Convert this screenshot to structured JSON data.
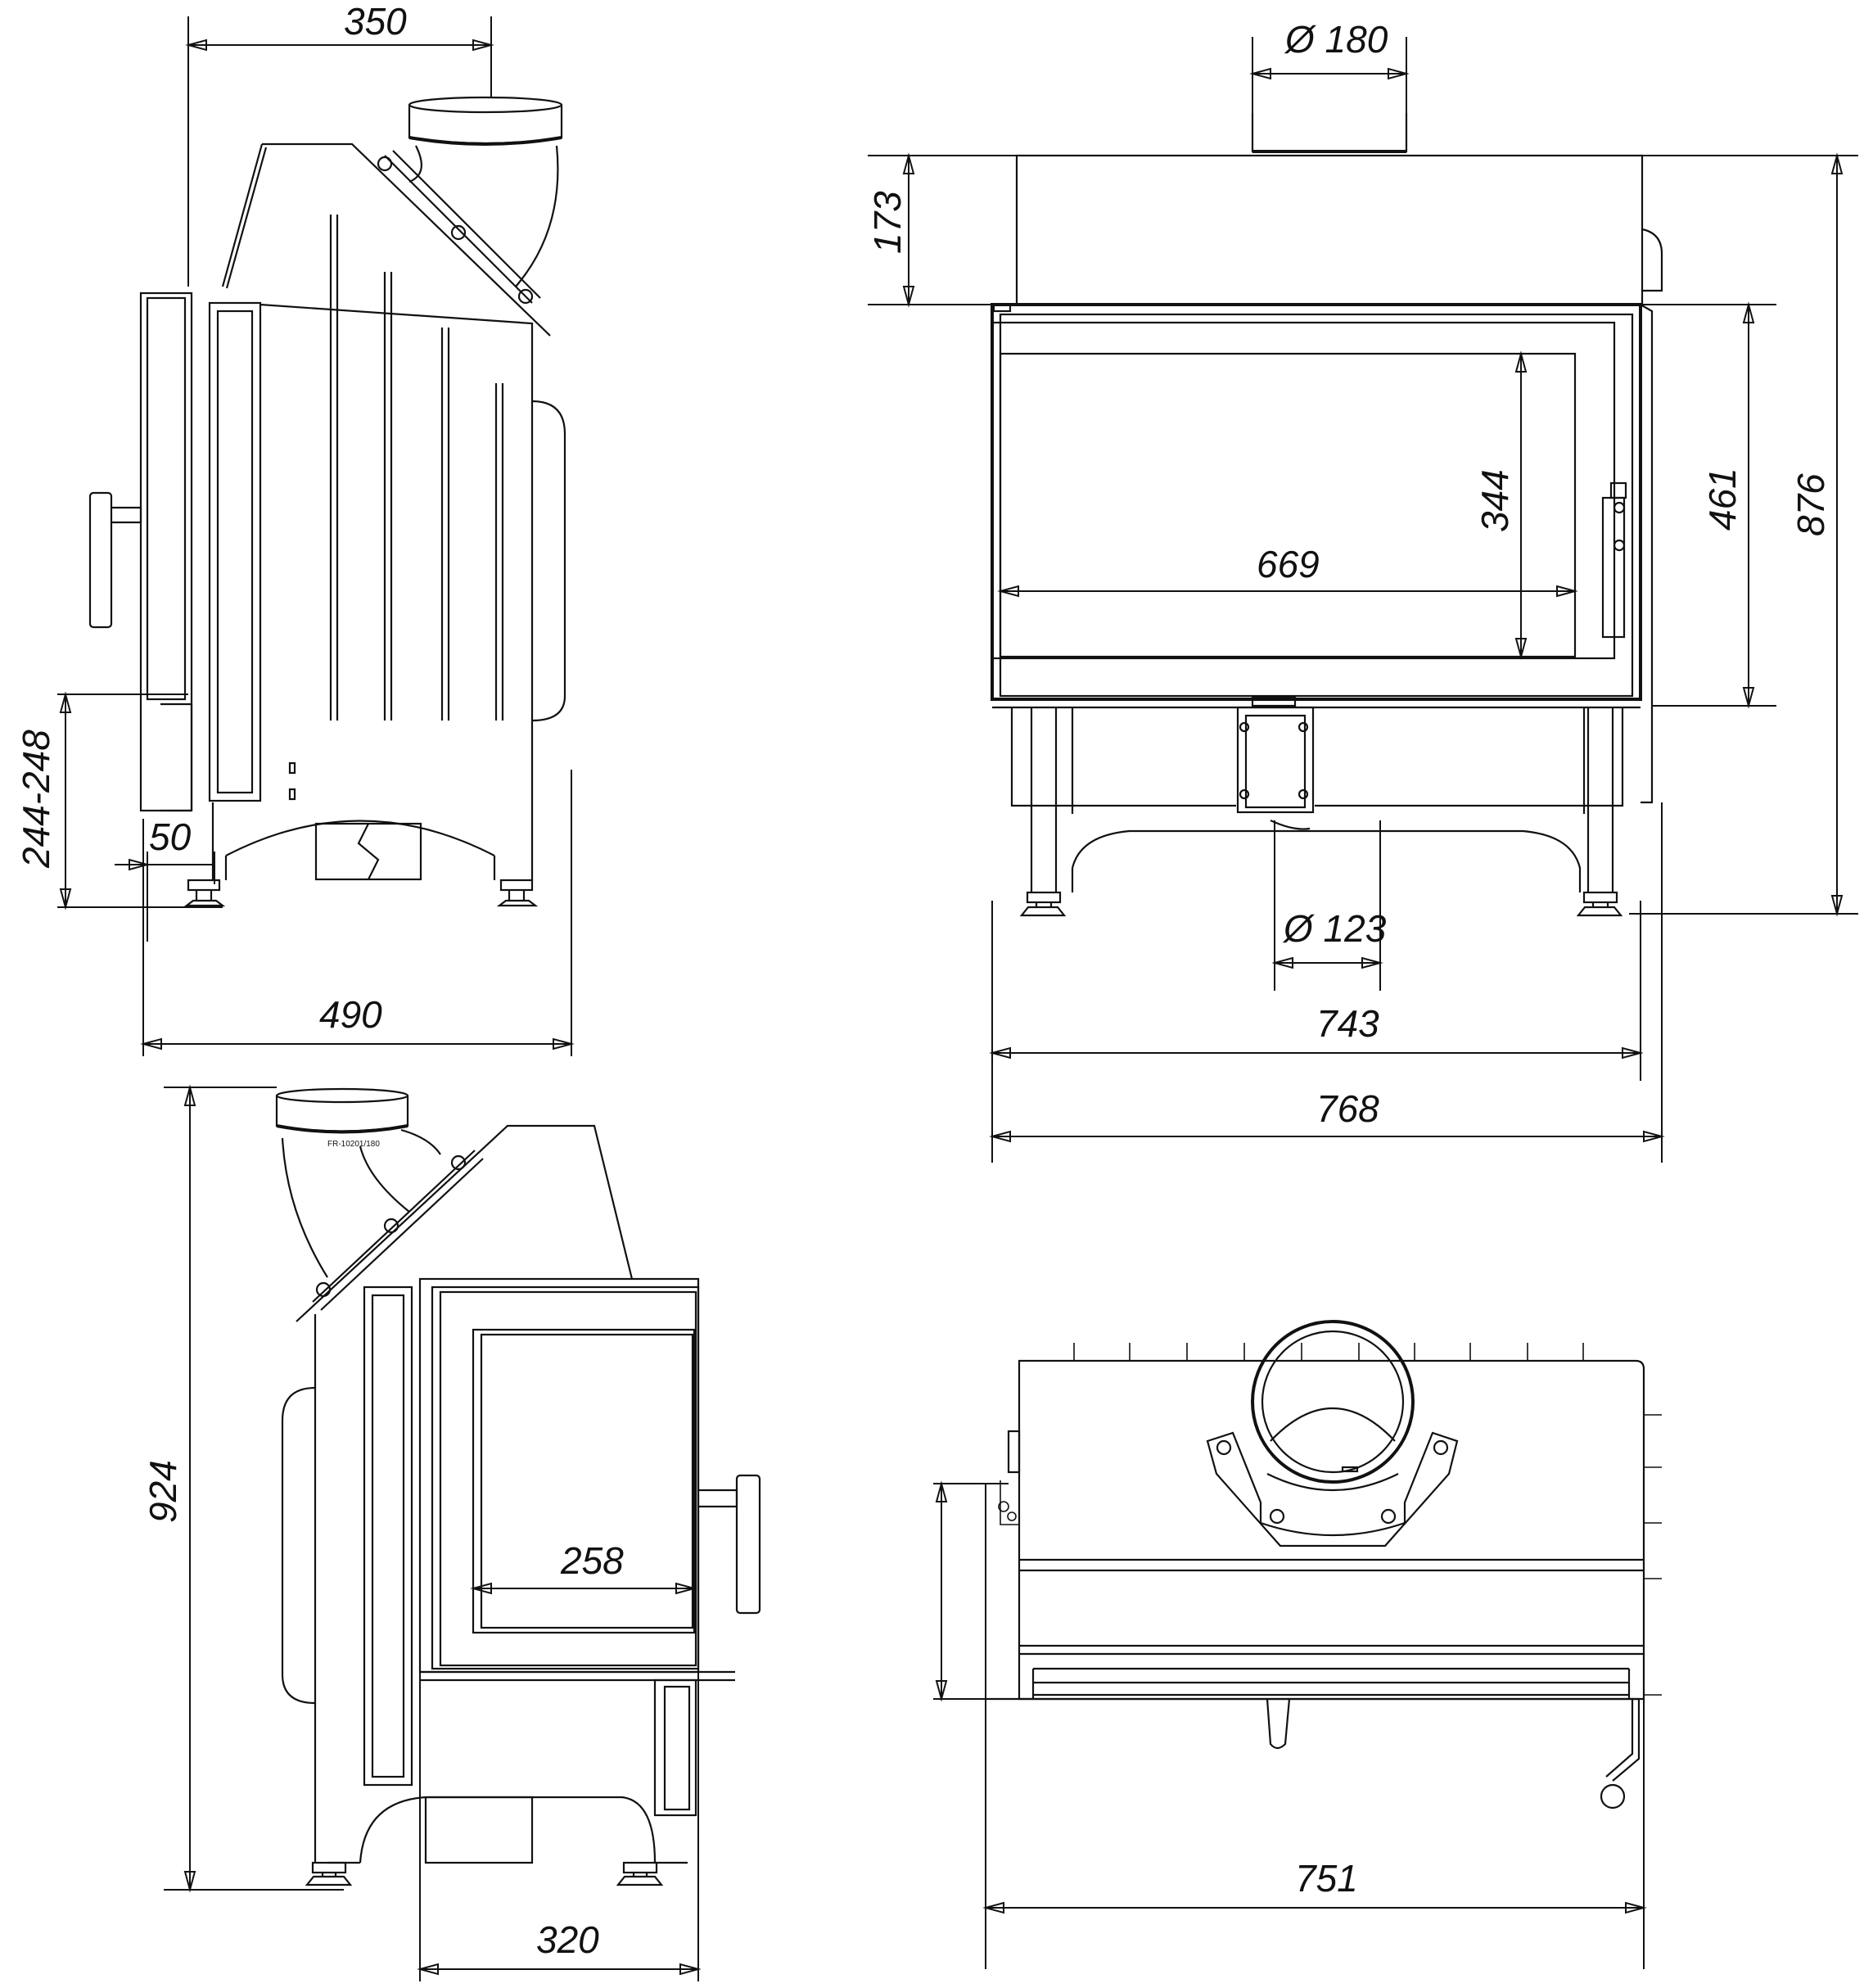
{
  "dimensions": {
    "side_flue_offset": "350",
    "side_depth": "490",
    "side_leg_height": "244-248",
    "side_foot_offset": "50",
    "front_flue_diameter": "Ø 180",
    "front_top_height": "173",
    "front_glass_height": "344",
    "front_glass_width": "669",
    "front_door_height": "461",
    "front_total_height": "876",
    "front_bottom_diameter": "Ø 123",
    "front_inner_width": "743",
    "front_outer_width": "768",
    "rear_total_height": "924",
    "rear_glass_width": "258",
    "rear_depth": "320",
    "top_width": "751"
  },
  "labels": {
    "flue_marking": "FR-10201/180"
  }
}
